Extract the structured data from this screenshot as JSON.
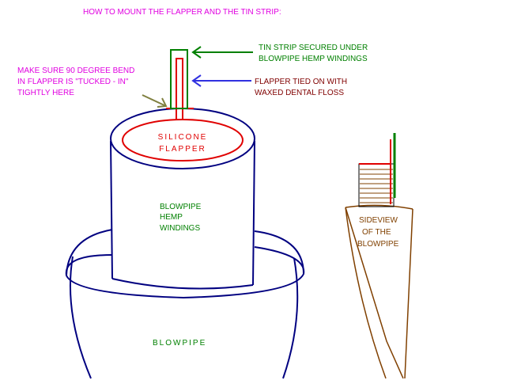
{
  "title": "HOW TO MOUNT THE FLAPPER AND THE TIN STRIP:",
  "labels": {
    "tin_strip": [
      "TIN STRIP SECURED UNDER",
      "BLOWPIPE HEMP WINDINGS"
    ],
    "flapper_tied": [
      "FLAPPER TIED ON WITH",
      "WAXED DENTAL FLOSS"
    ],
    "bend_note": [
      "MAKE SURE 90 DEGREE BEND",
      "IN FLAPPER IS \"TUCKED - IN\"",
      "TIGHTLY HERE"
    ],
    "silicone_flapper": [
      "SILICONE",
      "FLAPPER"
    ],
    "hemp_windings": [
      "BLOWPIPE",
      "HEMP",
      "WINDINGS"
    ],
    "blowpipe": "BLOWPIPE",
    "sideview": [
      "SIDEVIEW",
      "OF THE",
      "BLOWPIPE"
    ]
  },
  "colors": {
    "title": "#e000e0",
    "bend_note": "#e000e0",
    "tin_strip": "#008000",
    "flapper": "#e00000",
    "flapper_tied": "#800000",
    "flapper_arrow": "#3030e0",
    "outline": "#000080",
    "hemp_text": "#008000",
    "bend_arrow": "#808040",
    "sideview": "#804000"
  }
}
